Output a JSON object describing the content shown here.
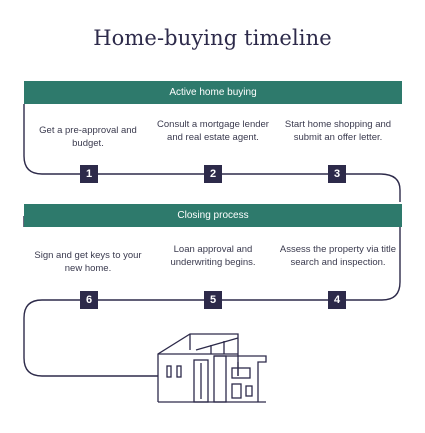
{
  "title": "Home-buying timeline",
  "sections": {
    "active": {
      "label": "Active home buying"
    },
    "closing": {
      "label": "Closing process"
    }
  },
  "steps": [
    {
      "number": "1",
      "text": "Get a pre-approval and budget."
    },
    {
      "number": "2",
      "text": "Consult a mortgage lender and real estate agent."
    },
    {
      "number": "3",
      "text": "Start home shopping and submit an offer letter."
    },
    {
      "number": "4",
      "text": "Assess the property via title search and inspection."
    },
    {
      "number": "5",
      "text": "Loan approval and underwriting begins."
    },
    {
      "number": "6",
      "text": "Sign and get keys to your new home."
    }
  ],
  "colors": {
    "band": "#2e7a6c",
    "badge": "#2d2a4a",
    "line": "#2d2a4a"
  },
  "icons": [
    "house-icon"
  ]
}
